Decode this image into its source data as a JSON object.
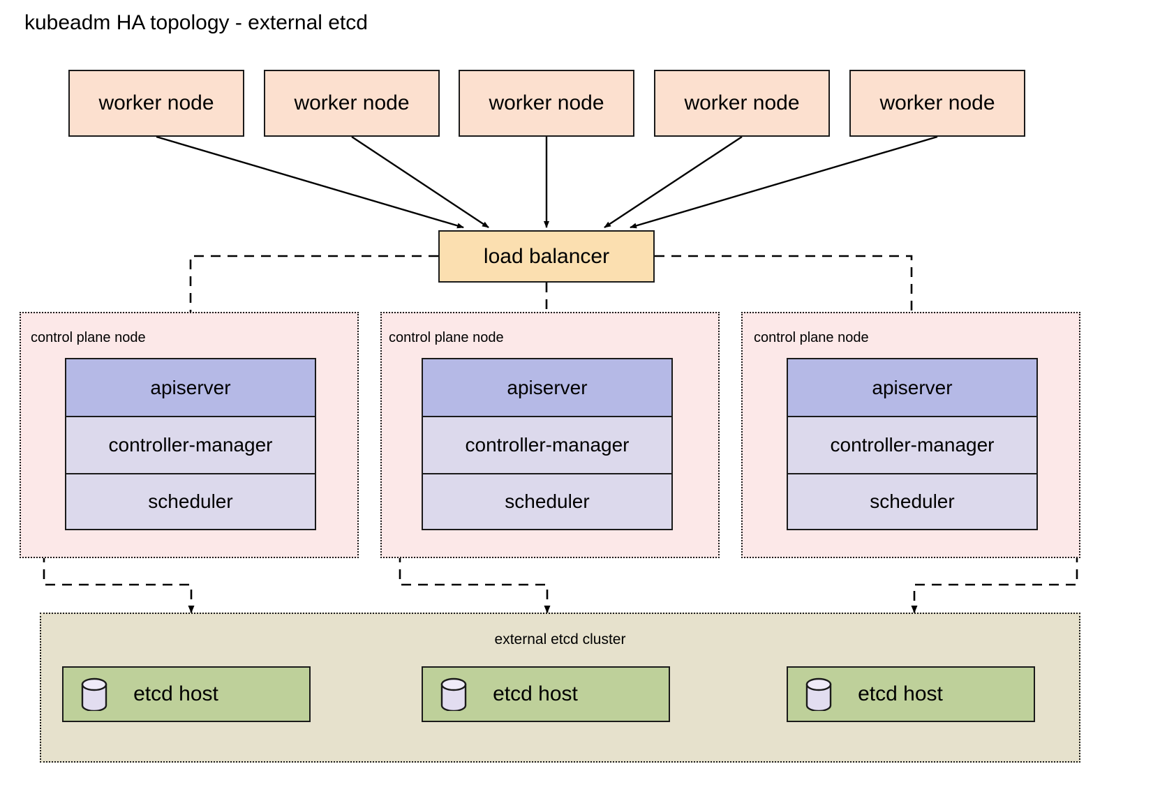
{
  "title": "kubeadm HA topology - external etcd",
  "colors": {
    "worker_fill": "#fce0cf",
    "load_balancer_fill": "#fbdfb0",
    "control_plane_fill": "#fce8e8",
    "apiserver_fill": "#b5b9e6",
    "component_fill": "#dcd9ec",
    "etcd_cluster_fill": "#e6e1cc",
    "etcd_host_fill": "#bed09a",
    "stroke": "#1a1a1a",
    "background": "#ffffff"
  },
  "worker_nodes": [
    {
      "label": "worker node"
    },
    {
      "label": "worker node"
    },
    {
      "label": "worker node"
    },
    {
      "label": "worker node"
    },
    {
      "label": "worker node"
    }
  ],
  "load_balancer": {
    "label": "load balancer"
  },
  "control_planes": [
    {
      "label": "control plane node",
      "components": [
        {
          "name": "apiserver",
          "label": "apiserver"
        },
        {
          "name": "controller-manager",
          "label": "controller-manager"
        },
        {
          "name": "scheduler",
          "label": "scheduler"
        }
      ]
    },
    {
      "label": "control plane node",
      "components": [
        {
          "name": "apiserver",
          "label": "apiserver"
        },
        {
          "name": "controller-manager",
          "label": "controller-manager"
        },
        {
          "name": "scheduler",
          "label": "scheduler"
        }
      ]
    },
    {
      "label": "control plane node",
      "components": [
        {
          "name": "apiserver",
          "label": "apiserver"
        },
        {
          "name": "controller-manager",
          "label": "controller-manager"
        },
        {
          "name": "scheduler",
          "label": "scheduler"
        }
      ]
    }
  ],
  "etcd_cluster": {
    "label": "external etcd cluster",
    "hosts": [
      {
        "label": "etcd host",
        "icon": "database-cylinder-icon"
      },
      {
        "label": "etcd host",
        "icon": "database-cylinder-icon"
      },
      {
        "label": "etcd host",
        "icon": "database-cylinder-icon"
      }
    ]
  }
}
